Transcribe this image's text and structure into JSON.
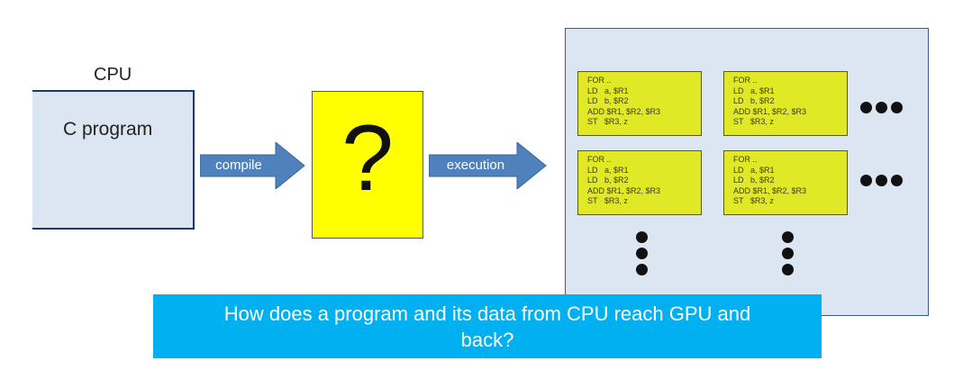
{
  "cpu": {
    "label": "CPU",
    "box_text": "C program"
  },
  "arrows": {
    "compile_label": "compile",
    "execution_label": "execution"
  },
  "unknown_box": {
    "symbol": "?"
  },
  "gpu": {
    "code_blocks": [
      [
        "FOR ..",
        "LD   a, $R1",
        "LD   b, $R2",
        "ADD $R1, $R2, $R3",
        "ST   $R3, z"
      ],
      [
        "FOR ..",
        "LD   a, $R1",
        "LD   b, $R2",
        "ADD $R1, $R2, $R3",
        "ST   $R3, z"
      ],
      [
        "FOR ..",
        "LD   a, $R1",
        "LD   b, $R2",
        "ADD $R1, $R2, $R3",
        "ST   $R3, z"
      ],
      [
        "FOR ..",
        "LD   a, $R1",
        "LD   b, $R2",
        "ADD $R1, $R2, $R3",
        "ST   $R3, z"
      ]
    ]
  },
  "caption": {
    "line1": "How does a program and its data from CPU reach GPU and",
    "line2": "back?"
  },
  "colors": {
    "box_fill": "#dce6f2",
    "arrow_fill": "#4f81bd",
    "question_fill": "#ffff00",
    "code_fill": "#e1e826",
    "caption_fill": "#00b0f0"
  }
}
